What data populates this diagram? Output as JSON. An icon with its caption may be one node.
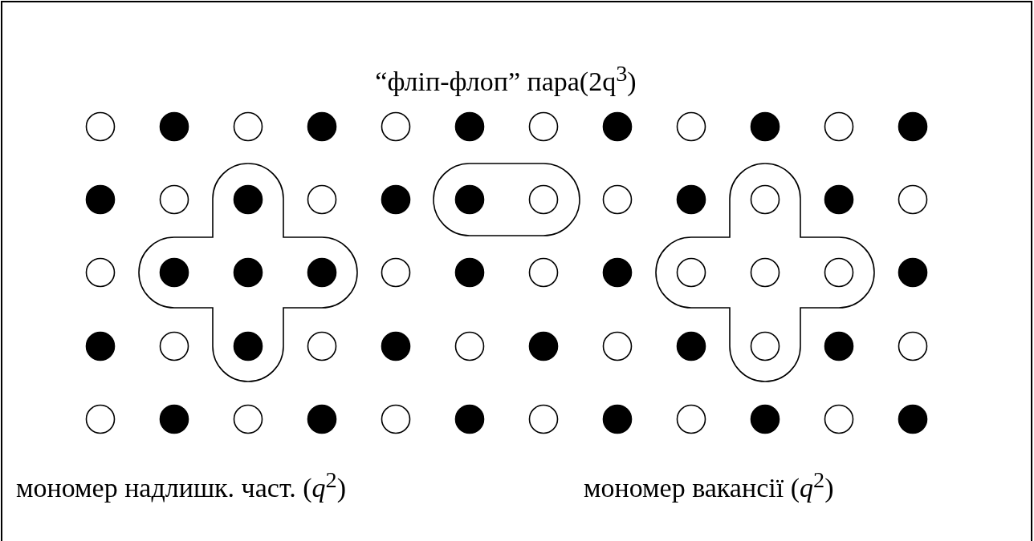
{
  "diagram": {
    "labels": [
      "“фліп-флоп” пара(2q$^{3}$)",
      "мономер надлишк. част. (*q*$^{2}$)",
      "мономер вакансії (*q*$^{2}$)"
    ]
  }
}
